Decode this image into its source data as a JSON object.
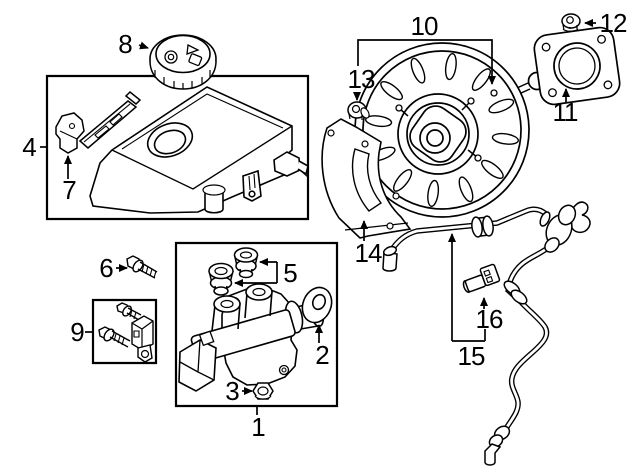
{
  "diagram": {
    "type": "exploded-parts-diagram",
    "colors": {
      "line": "#000000",
      "background": "#ffffff"
    }
  },
  "callouts": [
    {
      "label": "1"
    },
    {
      "label": "2"
    },
    {
      "label": "3"
    },
    {
      "label": "4"
    },
    {
      "label": "5"
    },
    {
      "label": "6"
    },
    {
      "label": "7"
    },
    {
      "label": "8"
    },
    {
      "label": "9"
    },
    {
      "label": "10"
    },
    {
      "label": "11"
    },
    {
      "label": "12"
    },
    {
      "label": "13"
    },
    {
      "label": "14"
    },
    {
      "label": "15"
    },
    {
      "label": "16"
    }
  ]
}
